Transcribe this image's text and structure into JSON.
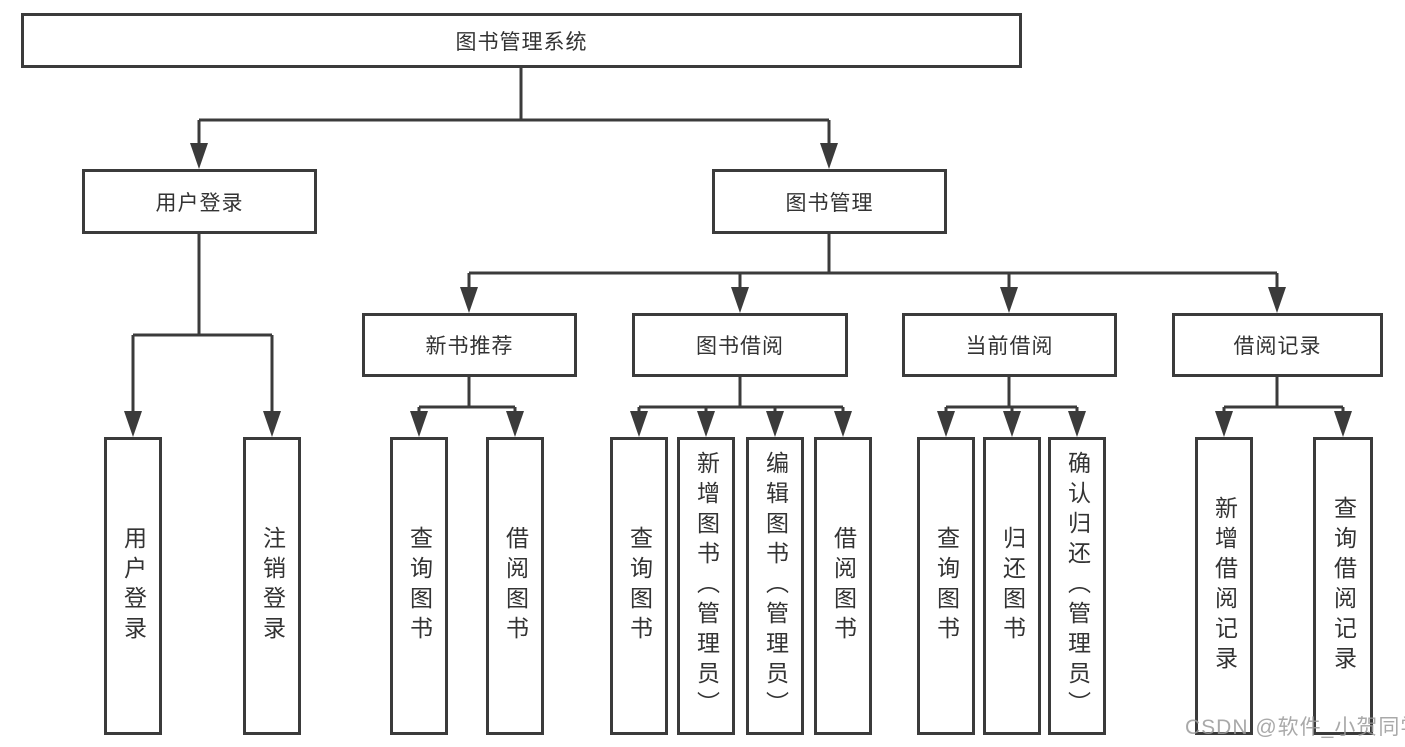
{
  "diagram": {
    "kind": "hierarchy-chart",
    "colors": {
      "line": "#3b3b3b",
      "text": "#333333",
      "background": "#ffffff",
      "watermark": "#9b9b9b"
    },
    "watermark": "CSDN @软件_小贺同学",
    "tree": {
      "label": "图书管理系统",
      "children": [
        {
          "label": "用户登录",
          "children": [
            {
              "label": "用户登录"
            },
            {
              "label": "注销登录"
            }
          ]
        },
        {
          "label": "图书管理",
          "children": [
            {
              "label": "新书推荐",
              "children": [
                {
                  "label": "查询图书"
                },
                {
                  "label": "借阅图书"
                }
              ]
            },
            {
              "label": "图书借阅",
              "children": [
                {
                  "label": "查询图书"
                },
                {
                  "label": "新增图书（管理员）"
                },
                {
                  "label": "编辑图书（管理员）"
                },
                {
                  "label": "借阅图书"
                }
              ]
            },
            {
              "label": "当前借阅",
              "children": [
                {
                  "label": "查询图书"
                },
                {
                  "label": "归还图书"
                },
                {
                  "label": "确认归还（管理员）"
                }
              ]
            },
            {
              "label": "借阅记录",
              "children": [
                {
                  "label": "新增借阅记录"
                },
                {
                  "label": "查询借阅记录"
                }
              ]
            }
          ]
        }
      ]
    }
  }
}
